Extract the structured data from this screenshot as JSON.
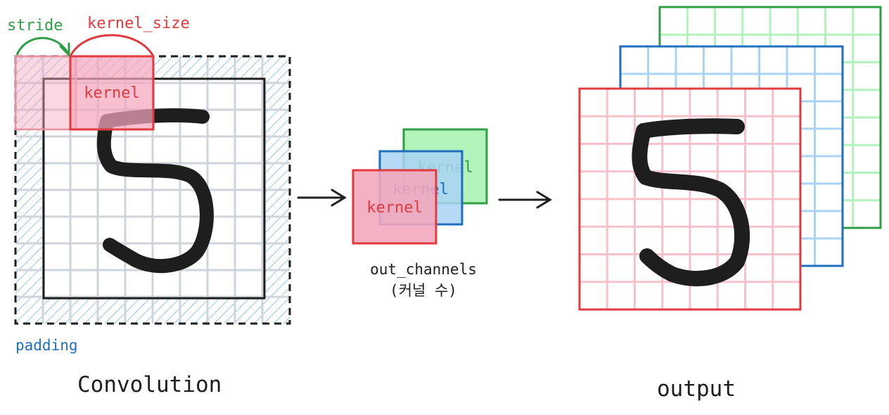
{
  "labels": {
    "stride": "stride",
    "kernel_size": "kernel_size",
    "padding": "padding",
    "convolution": "Convolution",
    "output": "output",
    "out_channels": "out_channels",
    "out_channels_sub": "(커널 수)"
  },
  "kernels": [
    "kernel",
    "kernel",
    "kernel"
  ],
  "colors": {
    "red": "#e03a3e",
    "red_fill": "#f4a6bc",
    "blue": "#1f6fbf",
    "blue_fill": "#a9d4f5",
    "green": "#2f9e44",
    "green_fill": "#b2f2bb",
    "grid": "#ced4da",
    "ink": "#1e1e1e"
  }
}
